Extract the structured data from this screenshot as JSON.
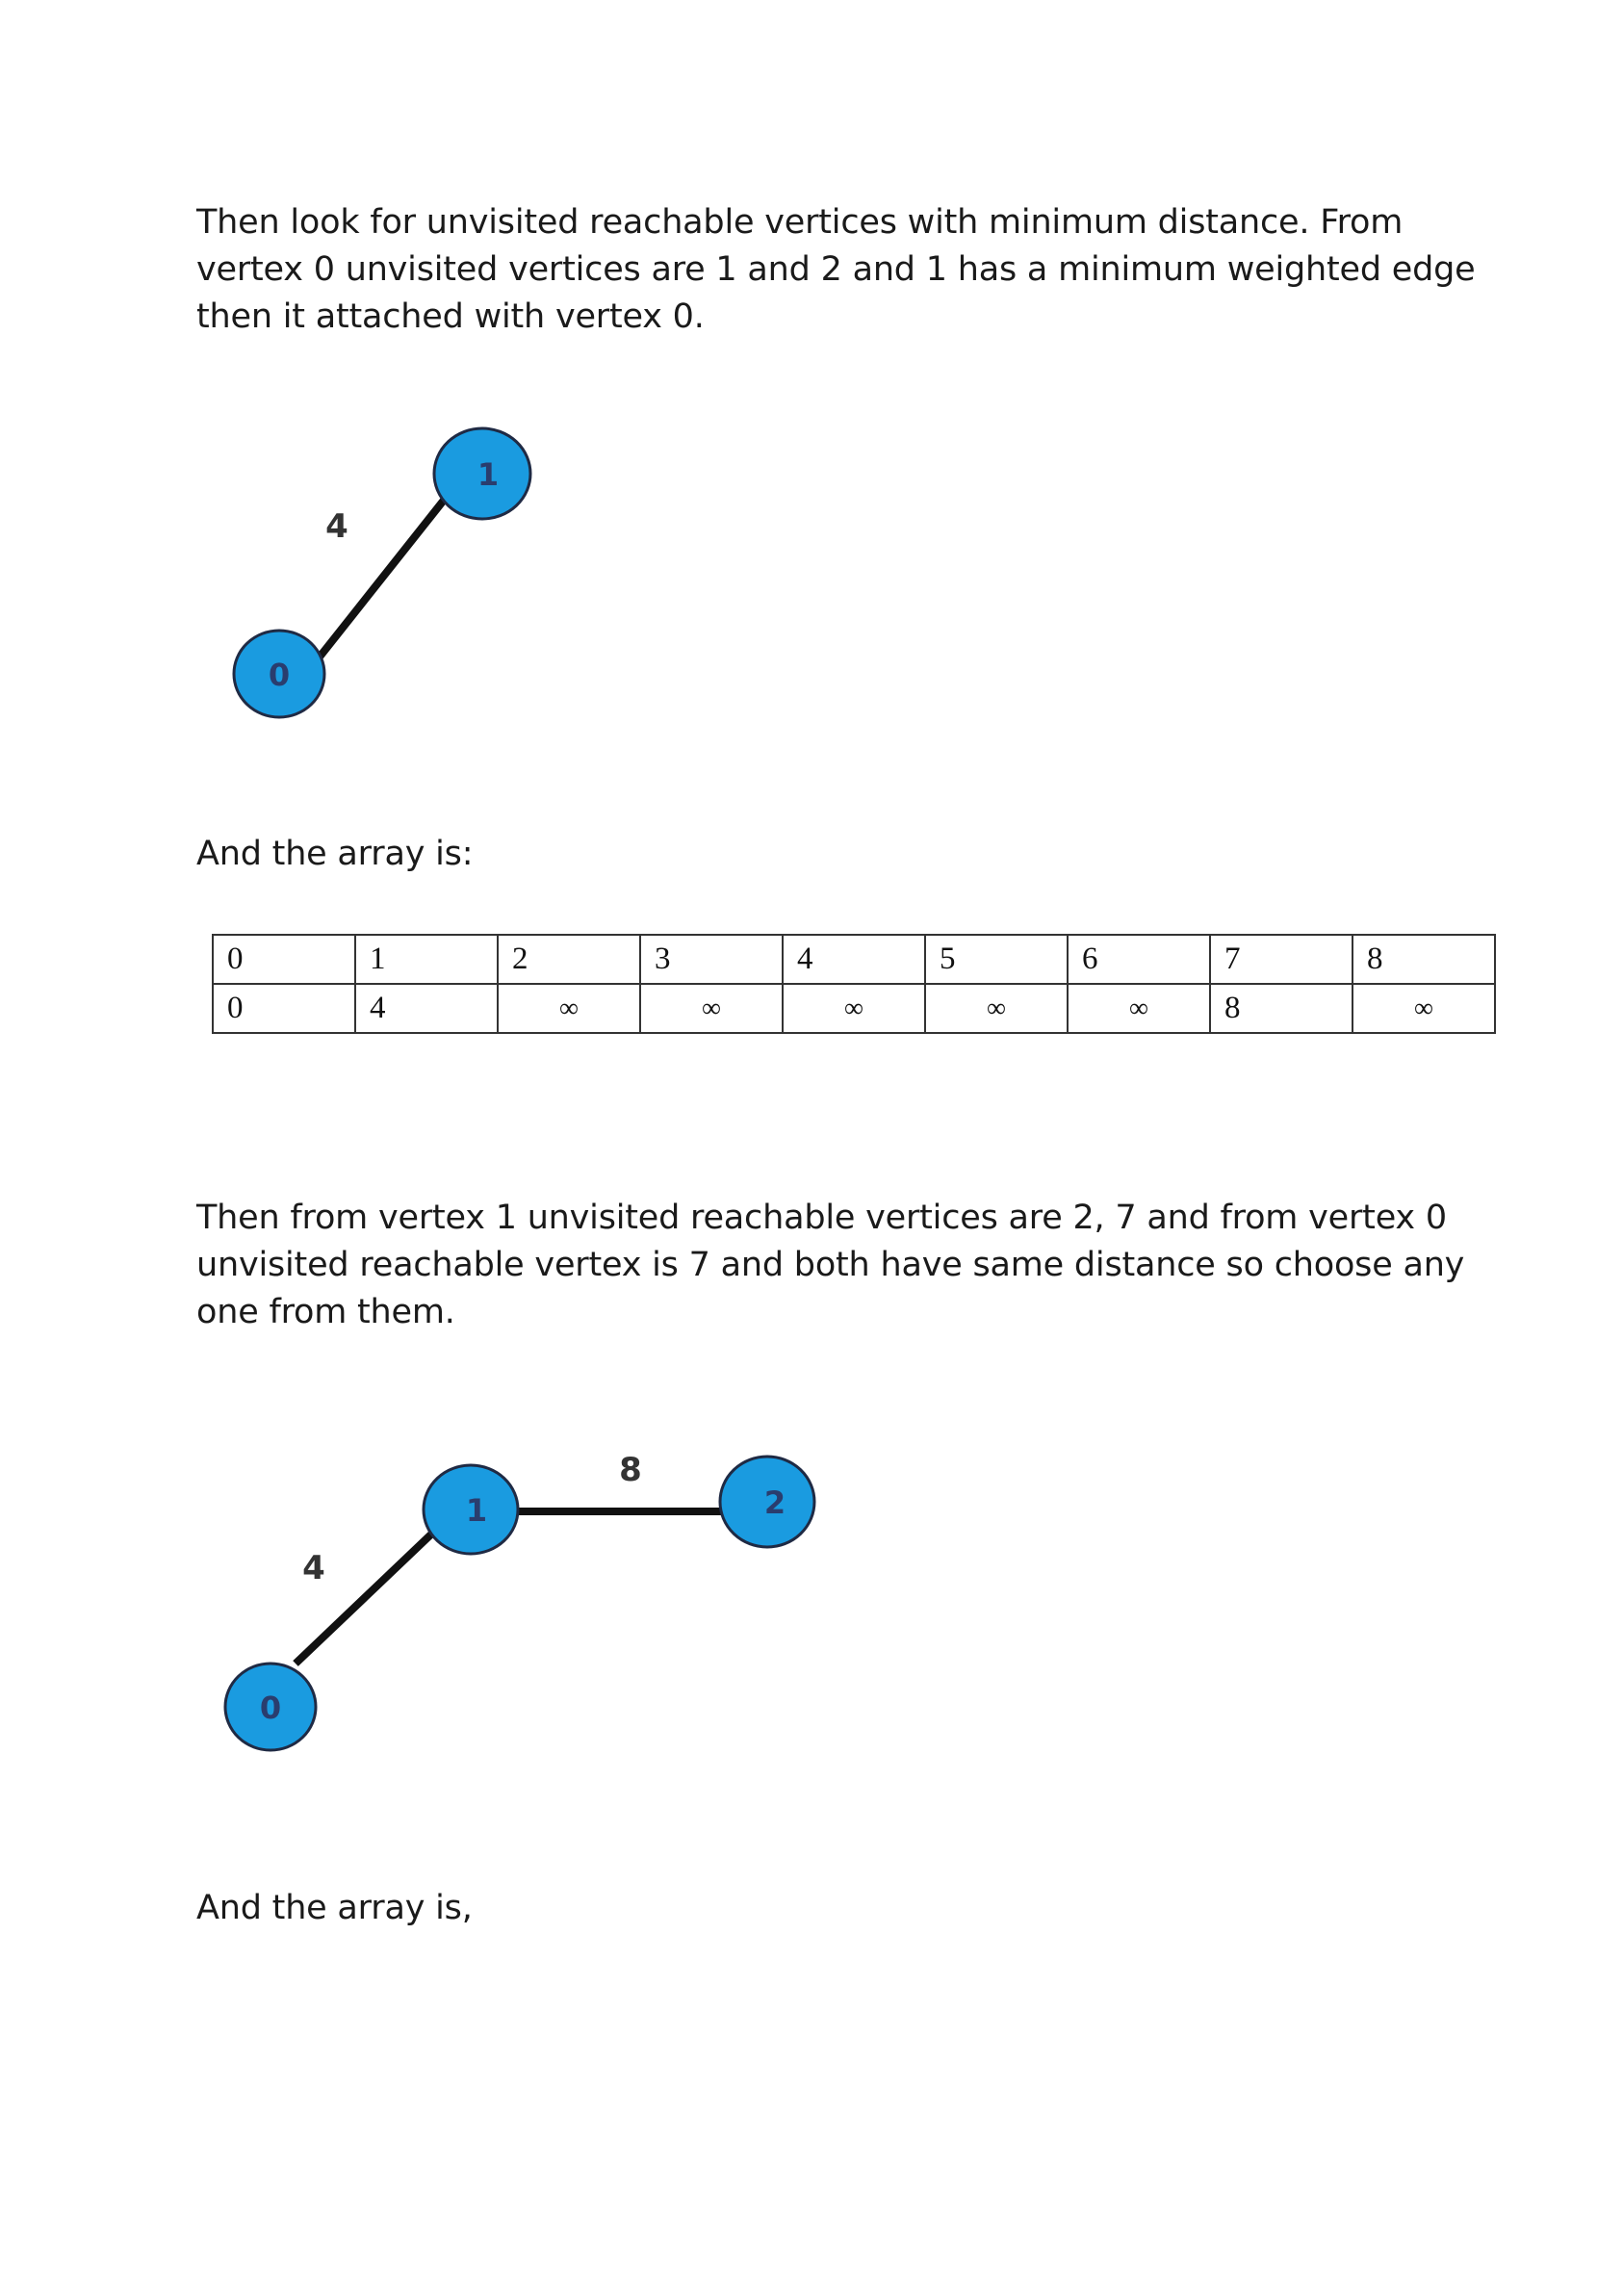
{
  "paragraphs": {
    "p1": "Then look for unvisited reachable vertices with minimum distance. From vertex 0 unvisited vertices are 1 and 2 and 1 has a minimum weighted edge then it attached with vertex 0.",
    "p2": "And the array is:",
    "p3": "Then from vertex 1 unvisited reachable vertices are 2, 7 and from vertex 0 unvisited reachable vertex is 7 and both have same distance so choose any one from them.",
    "p4": "And the array is,"
  },
  "graph1": {
    "nodes": [
      "0",
      "1"
    ],
    "edges": [
      {
        "from": "0",
        "to": "1",
        "weight": "4"
      }
    ]
  },
  "graph2": {
    "nodes": [
      "0",
      "1",
      "2"
    ],
    "edges": [
      {
        "from": "0",
        "to": "1",
        "weight": "4"
      },
      {
        "from": "1",
        "to": "2",
        "weight": "8"
      }
    ]
  },
  "array": {
    "header": [
      "0",
      "1",
      "2",
      "3",
      "4",
      "5",
      "6",
      "7",
      "8"
    ],
    "values": [
      "0",
      "4",
      "∞",
      "∞",
      "∞",
      "∞",
      "∞",
      "8",
      "∞"
    ]
  },
  "colors": {
    "node_fill": "#1a9be0",
    "node_stroke": "#1f2a44",
    "edge": "#111111"
  }
}
